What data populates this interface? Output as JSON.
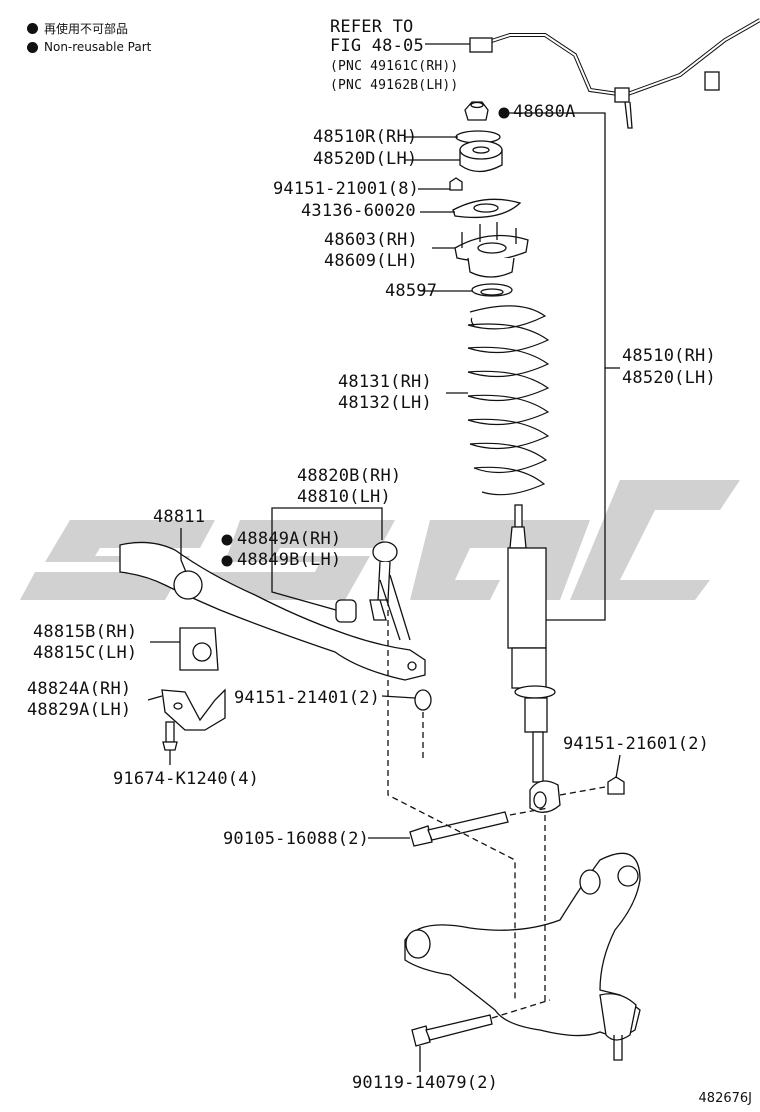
{
  "legend": [
    {
      "text": "再使用不可部品"
    },
    {
      "text": "Non-reusable Part"
    }
  ],
  "refer": {
    "line1": "REFER TO",
    "line2": "FIG 48-05",
    "line3": "(PNC 49161C(RH))",
    "line4": "(PNC 49162B(LH))"
  },
  "labels": {
    "p48680A": "48680A",
    "p48510R": "48510R(RH)",
    "p48520D": "48520D(LH)",
    "p94151_21001": "94151-21001(8)",
    "p43136": "43136-60020",
    "p48603": "48603(RH)",
    "p48609": "48609(LH)",
    "p48597": "48597",
    "p48510": "48510(RH)",
    "p48520": "48520(LH)",
    "p48131": "48131(RH)",
    "p48132": "48132(LH)",
    "p48820B": "48820B(RH)",
    "p48810": "48810(LH)",
    "p48811": "48811",
    "p48849A": "48849A(RH)",
    "p48849B": "48849B(LH)",
    "p48815B": "48815B(RH)",
    "p48815C": "48815C(LH)",
    "p48824A": "48824A(RH)",
    "p48829A": "48829A(LH)",
    "p94151_21401": "94151-21401(2)",
    "p94151_21601": "94151-21601(2)",
    "p91674": "91674-K1240(4)",
    "p90105": "90105-16088(2)",
    "p90119": "90119-14079(2)"
  },
  "figure_number": "482676J",
  "colors": {
    "ink": "#111111",
    "watermark": "#c9c9c9"
  }
}
